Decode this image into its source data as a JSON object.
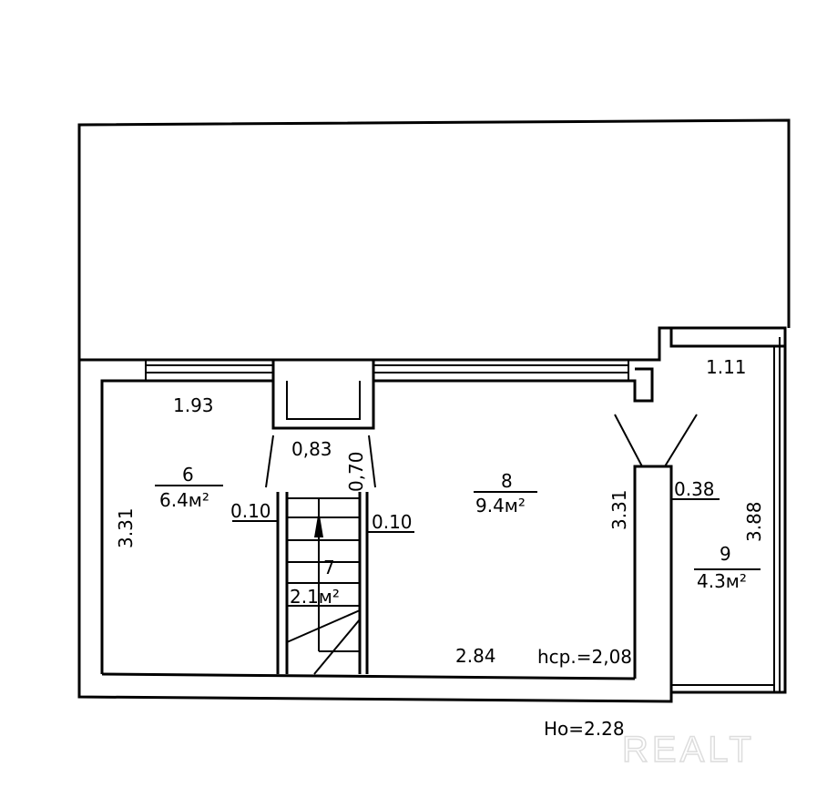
{
  "rooms": [
    {
      "number": "6",
      "area": "6.4м²"
    },
    {
      "number": "7",
      "area": "2.1м²"
    },
    {
      "number": "8",
      "area": "9.4м²"
    },
    {
      "number": "9",
      "area": "4.3м²"
    }
  ],
  "dimensions": {
    "d193": "1.93",
    "d083": "0,83",
    "d070": "0,70",
    "d010a": "0.10",
    "d010b": "0.10",
    "d331a": "3.31",
    "d331b": "3.31",
    "d284": "2.84",
    "d111": "1.11",
    "d038": "0.38",
    "d388": "3.88"
  },
  "heights": {
    "avg": "hср.=2,08",
    "base": "Hо=2.28"
  },
  "watermark": "REALT"
}
